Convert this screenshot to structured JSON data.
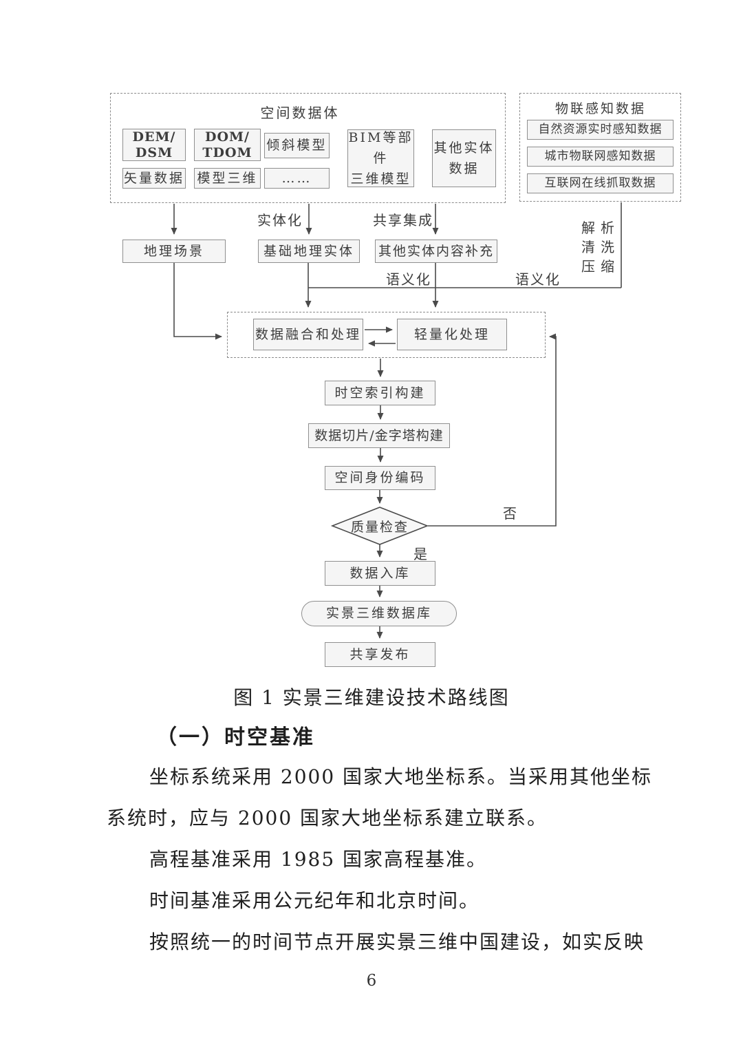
{
  "figure": {
    "caption": "图 1  实景三维建设技术路线图",
    "spatial_group": {
      "title": "空间数据体",
      "dem": "DEM/\nDSM",
      "dom": "DOM/\nTDOM",
      "oblique": "倾斜模型",
      "vector": "矢量数据",
      "model3d": "模型三维",
      "ellipsis": "……",
      "bim": "BIM等部件\n三维模型",
      "other": "其他实体\n数据"
    },
    "iot_group": {
      "title": "物联感知数据",
      "items": [
        "自然资源实时感知数据",
        "城市物联网感知数据",
        "互联网在线抓取数据"
      ]
    },
    "nodes": {
      "geo_scene": "地理场景",
      "base_entity": "基础地理实体",
      "other_supplement": "其他实体内容补充",
      "fusion": "数据融合和处理",
      "lightweight": "轻量化处理",
      "st_index": "时空索引构建",
      "tiling": "数据切片/金字塔构建",
      "spatial_id": "空间身份编码",
      "qc": "质量检查",
      "warehousing": "数据入库",
      "db": "实景三维数据库",
      "publish": "共享发布"
    },
    "edge_labels": {
      "entitize": "实体化",
      "share_integrate": "共享集成",
      "parse_clean_compress": "解析\n清洗\n压缩",
      "semantic_left": "语义化",
      "semantic_right": "语义化",
      "no": "否",
      "yes": "是"
    }
  },
  "section": {
    "heading": "（一）时空基准",
    "lines": [
      "坐标系统采用 2000 国家大地坐标系。当采用其他坐标",
      "系统时，应与 2000 国家大地坐标系建立联系。",
      "高程基准采用 1985 国家高程基准。",
      "时间基准采用公元纪年和北京时间。",
      "按照统一的时间节点开展实景三维中国建设，如实反映"
    ]
  },
  "page_number": "6",
  "colors": {
    "line": "#4a4a4a",
    "box_border": "#8f8f8f",
    "box_fill": "#f5f5f5"
  }
}
